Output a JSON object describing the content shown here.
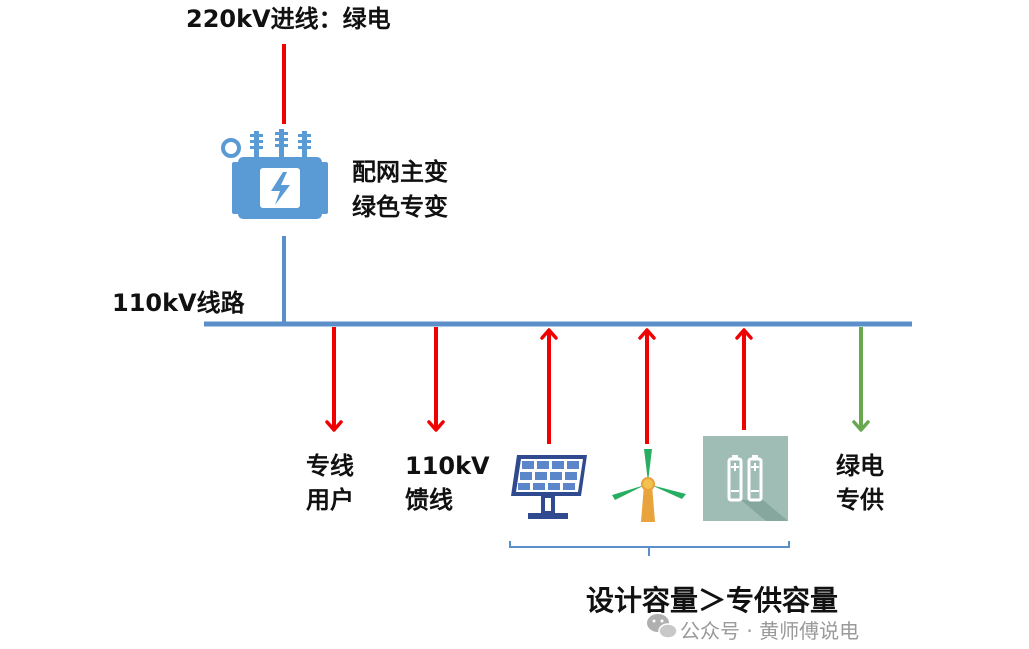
{
  "top_feed_label": "220kV进线：绿电",
  "transformer_label": [
    "配网主变",
    "绿色专变"
  ],
  "bus_label": "110kV线路",
  "branches": {
    "dedicated_user": [
      "专线",
      "用户"
    ],
    "feeder_110kv": [
      "110kV",
      "馈线"
    ],
    "green_supply": [
      "绿电",
      "专供"
    ]
  },
  "capacity_note": "设计容量＞专供容量",
  "watermark": "公众号 · 黄师傅说电",
  "icons": [
    "transformer-icon",
    "solar-panel-icon",
    "wind-turbine-icon",
    "battery-storage-icon",
    "wechat-icon"
  ],
  "colors": {
    "line_blue": "#5b8fc9",
    "arrow_red": "#f00000",
    "arrow_green": "#6aa84f",
    "icon_blue": "#5b9bd5",
    "solar_navy": "#2f4a8f",
    "turbine_green": "#27ae60",
    "battery_bg": "#9fbdb5"
  }
}
